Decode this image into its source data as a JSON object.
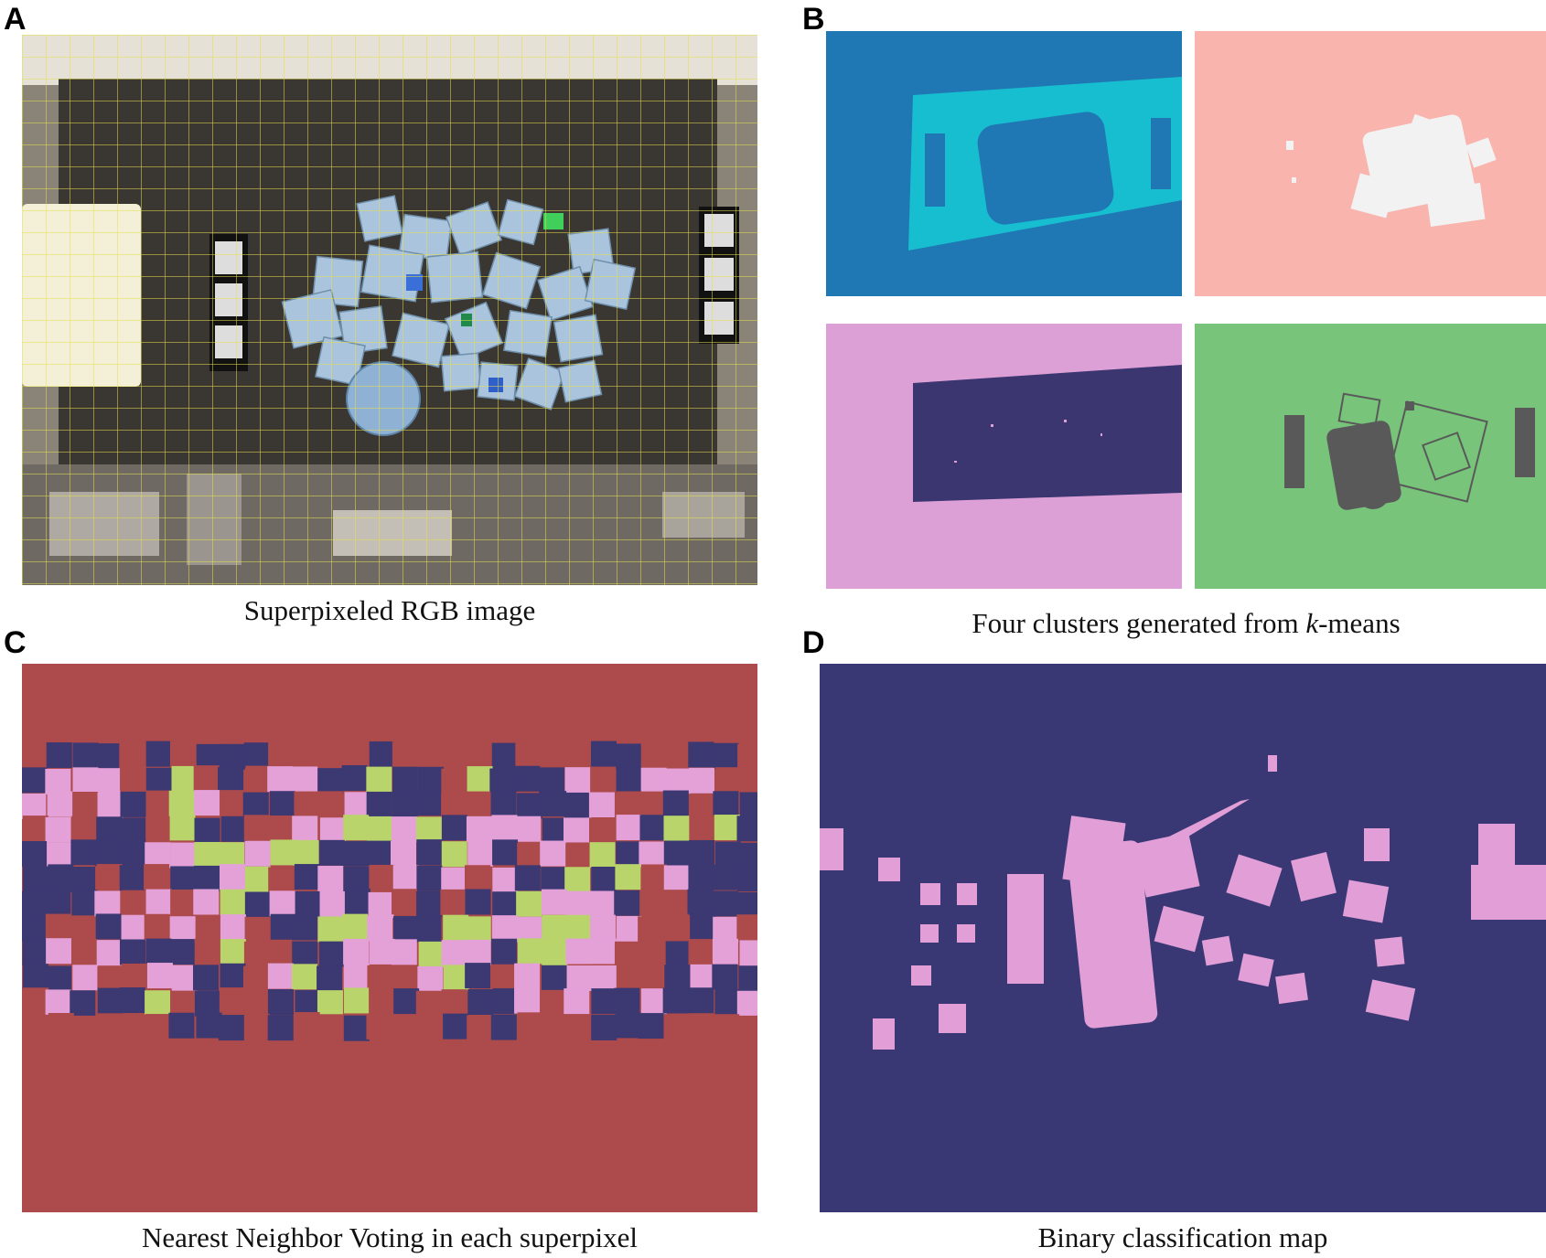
{
  "panels": {
    "A": {
      "letter": "A",
      "caption": "Superpixeled RGB image"
    },
    "B": {
      "letter": "B",
      "caption_pre": "Four clusters generated from ",
      "caption_k": "k",
      "caption_post": "-means"
    },
    "C": {
      "letter": "C",
      "caption": "Nearest Neighbor Voting in each superpixel"
    },
    "D": {
      "letter": "D",
      "caption": "Binary classification map"
    }
  },
  "colors": {
    "b1_bg": "#1f78b4",
    "b1_fg": "#17becf",
    "b2_bg": "#f9b4ad",
    "b2_fg": "#f2f2f2",
    "b3_bg": "#dda0d6",
    "b3_fg": "#3b3570",
    "b4_bg": "#77c47a",
    "b4_fg": "#595959",
    "c_red": "#ad4a4b",
    "c_navy": "#3b3872",
    "c_pink": "#e4a1d8",
    "c_lime": "#b9d46a",
    "d_bg": "#3a3874",
    "d_fg": "#e29ed6",
    "superpixel_line": "#e8e04a"
  }
}
